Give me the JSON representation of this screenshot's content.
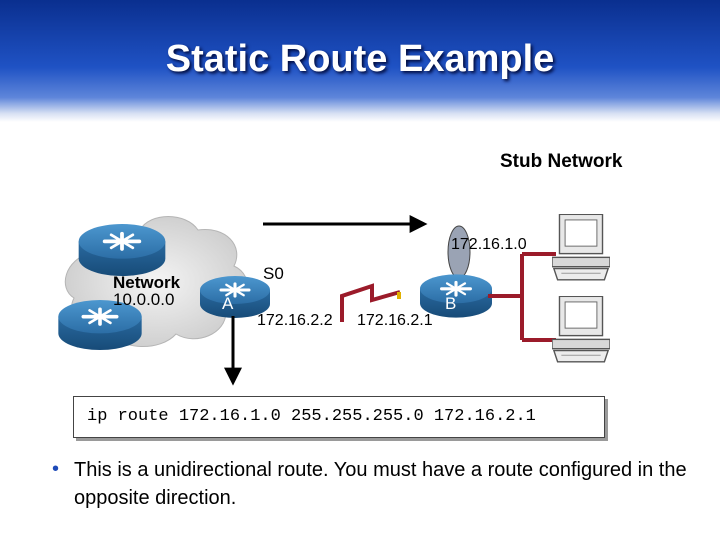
{
  "title": "Static Route Example",
  "labels": {
    "stub_network": "Stub Network",
    "network_name": "Network",
    "network_addr": "10.0.0.0",
    "interface": "S0",
    "router_a": "A",
    "router_b": "B",
    "ip_a": "172.16.2.2",
    "ip_b": "172.16.2.1",
    "ip_stub": "172.16.1.0"
  },
  "command": "ip route 172.16.1.0 255.255.255.0 172.16.2.1",
  "bullet": "This is a unidirectional route. You must have a route configured in the opposite direction.",
  "icons": {
    "router": "router-icon",
    "workstation": "workstation-icon",
    "cloud": "cloud-icon",
    "arrow": "arrow-icon"
  },
  "colors": {
    "title_bg": "#1f52c4",
    "router": "#2a6fa8",
    "serial_link": "#9b1b2a",
    "lan_link": "#9b1b2a",
    "bullet": "#1e4bb8"
  }
}
